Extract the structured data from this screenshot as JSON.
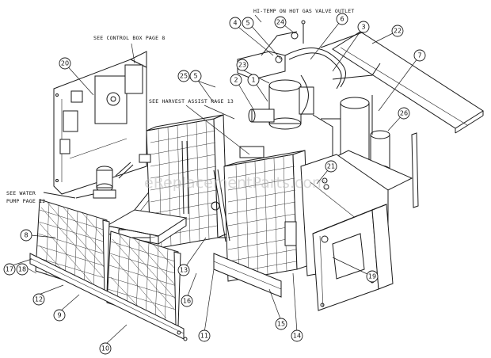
{
  "notes": {
    "hot_gas": "HI-TEMP ON HOT GAS VALVE OUTLET",
    "control_box": "SEE CONTROL BOX PAGE 8",
    "harvest_assist": "SEE HARVEST ASSIST PAGE 13",
    "water_pump_line1": "SEE WATER",
    "water_pump_line2": "PUMP PAGE 12"
  },
  "watermark": "eReplacementParts.com",
  "callouts": [
    "4",
    "5",
    "24",
    "6",
    "3",
    "22",
    "7",
    "20",
    "23",
    "2",
    "1",
    "25",
    "5",
    "26",
    "21",
    "8",
    "13",
    "19",
    "17",
    "18",
    "12",
    "9",
    "16",
    "11",
    "15",
    "14",
    "10"
  ]
}
